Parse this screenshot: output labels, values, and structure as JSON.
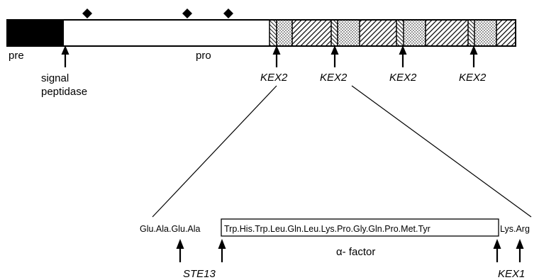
{
  "labels": {
    "pre": "pre",
    "pro": "pro",
    "signal_peptidase_line1": "signal",
    "signal_peptidase_line2": "peptidase",
    "kex2_a": "KEX2",
    "kex2_b": "KEX2",
    "kex2_c": "KEX2",
    "kex2_d": "KEX2",
    "ste13": "STE13",
    "kex1": "KEX1",
    "alpha_factor": "α- factor"
  },
  "sequence": {
    "prefix": "Glu.Ala.Glu.Ala",
    "boxed": "Trp.His.Trp.Leu.Gln.Leu.Lys.Pro.Gly.Gln.Pro.Met.Tyr",
    "suffix": "Lys.Arg"
  },
  "colors": {
    "stroke": "#000000",
    "background": "#ffffff"
  },
  "icons": {
    "glycosylation_marker": "diamond-icon",
    "cleavage_site": "up-arrow-icon"
  }
}
